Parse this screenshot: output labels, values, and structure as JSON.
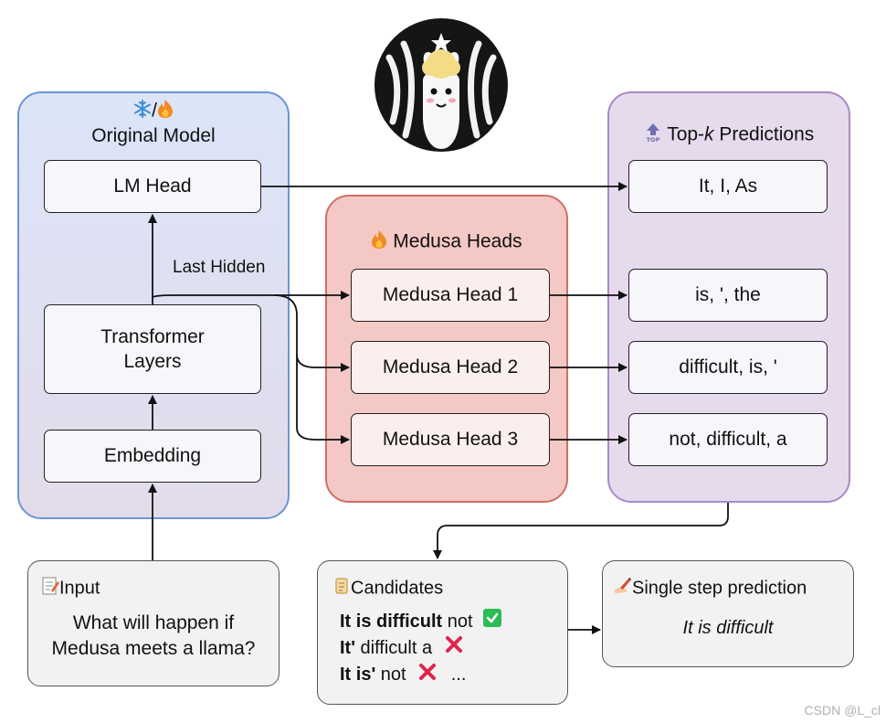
{
  "original_model": {
    "icons": [
      "snowflake-icon",
      "fire-icon"
    ],
    "separator": "/",
    "title": "Original Model",
    "lm_head": "LM Head",
    "transformer_line1": "Transformer",
    "transformer_line2": "Layers",
    "embedding": "Embedding",
    "last_hidden": "Last Hidden"
  },
  "medusa": {
    "icon": "fire-icon",
    "title": "Medusa Heads",
    "heads": [
      "Medusa Head 1",
      "Medusa Head 2",
      "Medusa Head 3"
    ]
  },
  "topk": {
    "icon": "top-icon",
    "title_prefix": "Top-",
    "title_k": "k",
    "title_suffix": " Predictions",
    "predictions": [
      "It, I, As",
      "is, ', the",
      "difficult, is, '",
      "not, difficult, a"
    ]
  },
  "input": {
    "icon": "memo-icon",
    "title": "Input",
    "line1": "What will happen if",
    "line2": "Medusa meets a llama?"
  },
  "candidates": {
    "icon": "scroll-icon",
    "title": "Candidates",
    "rows": [
      {
        "bold": "It is difficult",
        "rest": " not",
        "mark": "check"
      },
      {
        "bold": "It'",
        "rest": " difficult a",
        "mark": "cross"
      },
      {
        "bold": "It is'",
        "rest": " not",
        "mark": "cross",
        "extra": "..."
      }
    ]
  },
  "single_step": {
    "icon": "writing-hand-icon",
    "title": "Single step prediction",
    "value": "It is difficult"
  },
  "logo": {
    "icon": "llama-logo-icon"
  },
  "watermark": "CSDN @L_cl",
  "colors": {
    "original_fill": "#dde3f6",
    "original_border": "#6e94d4",
    "medusa_fill": "#f3c7c3",
    "medusa_border": "#cf6f69",
    "topk_fill": "#e5d9ec",
    "topk_border": "#a98ac4"
  }
}
